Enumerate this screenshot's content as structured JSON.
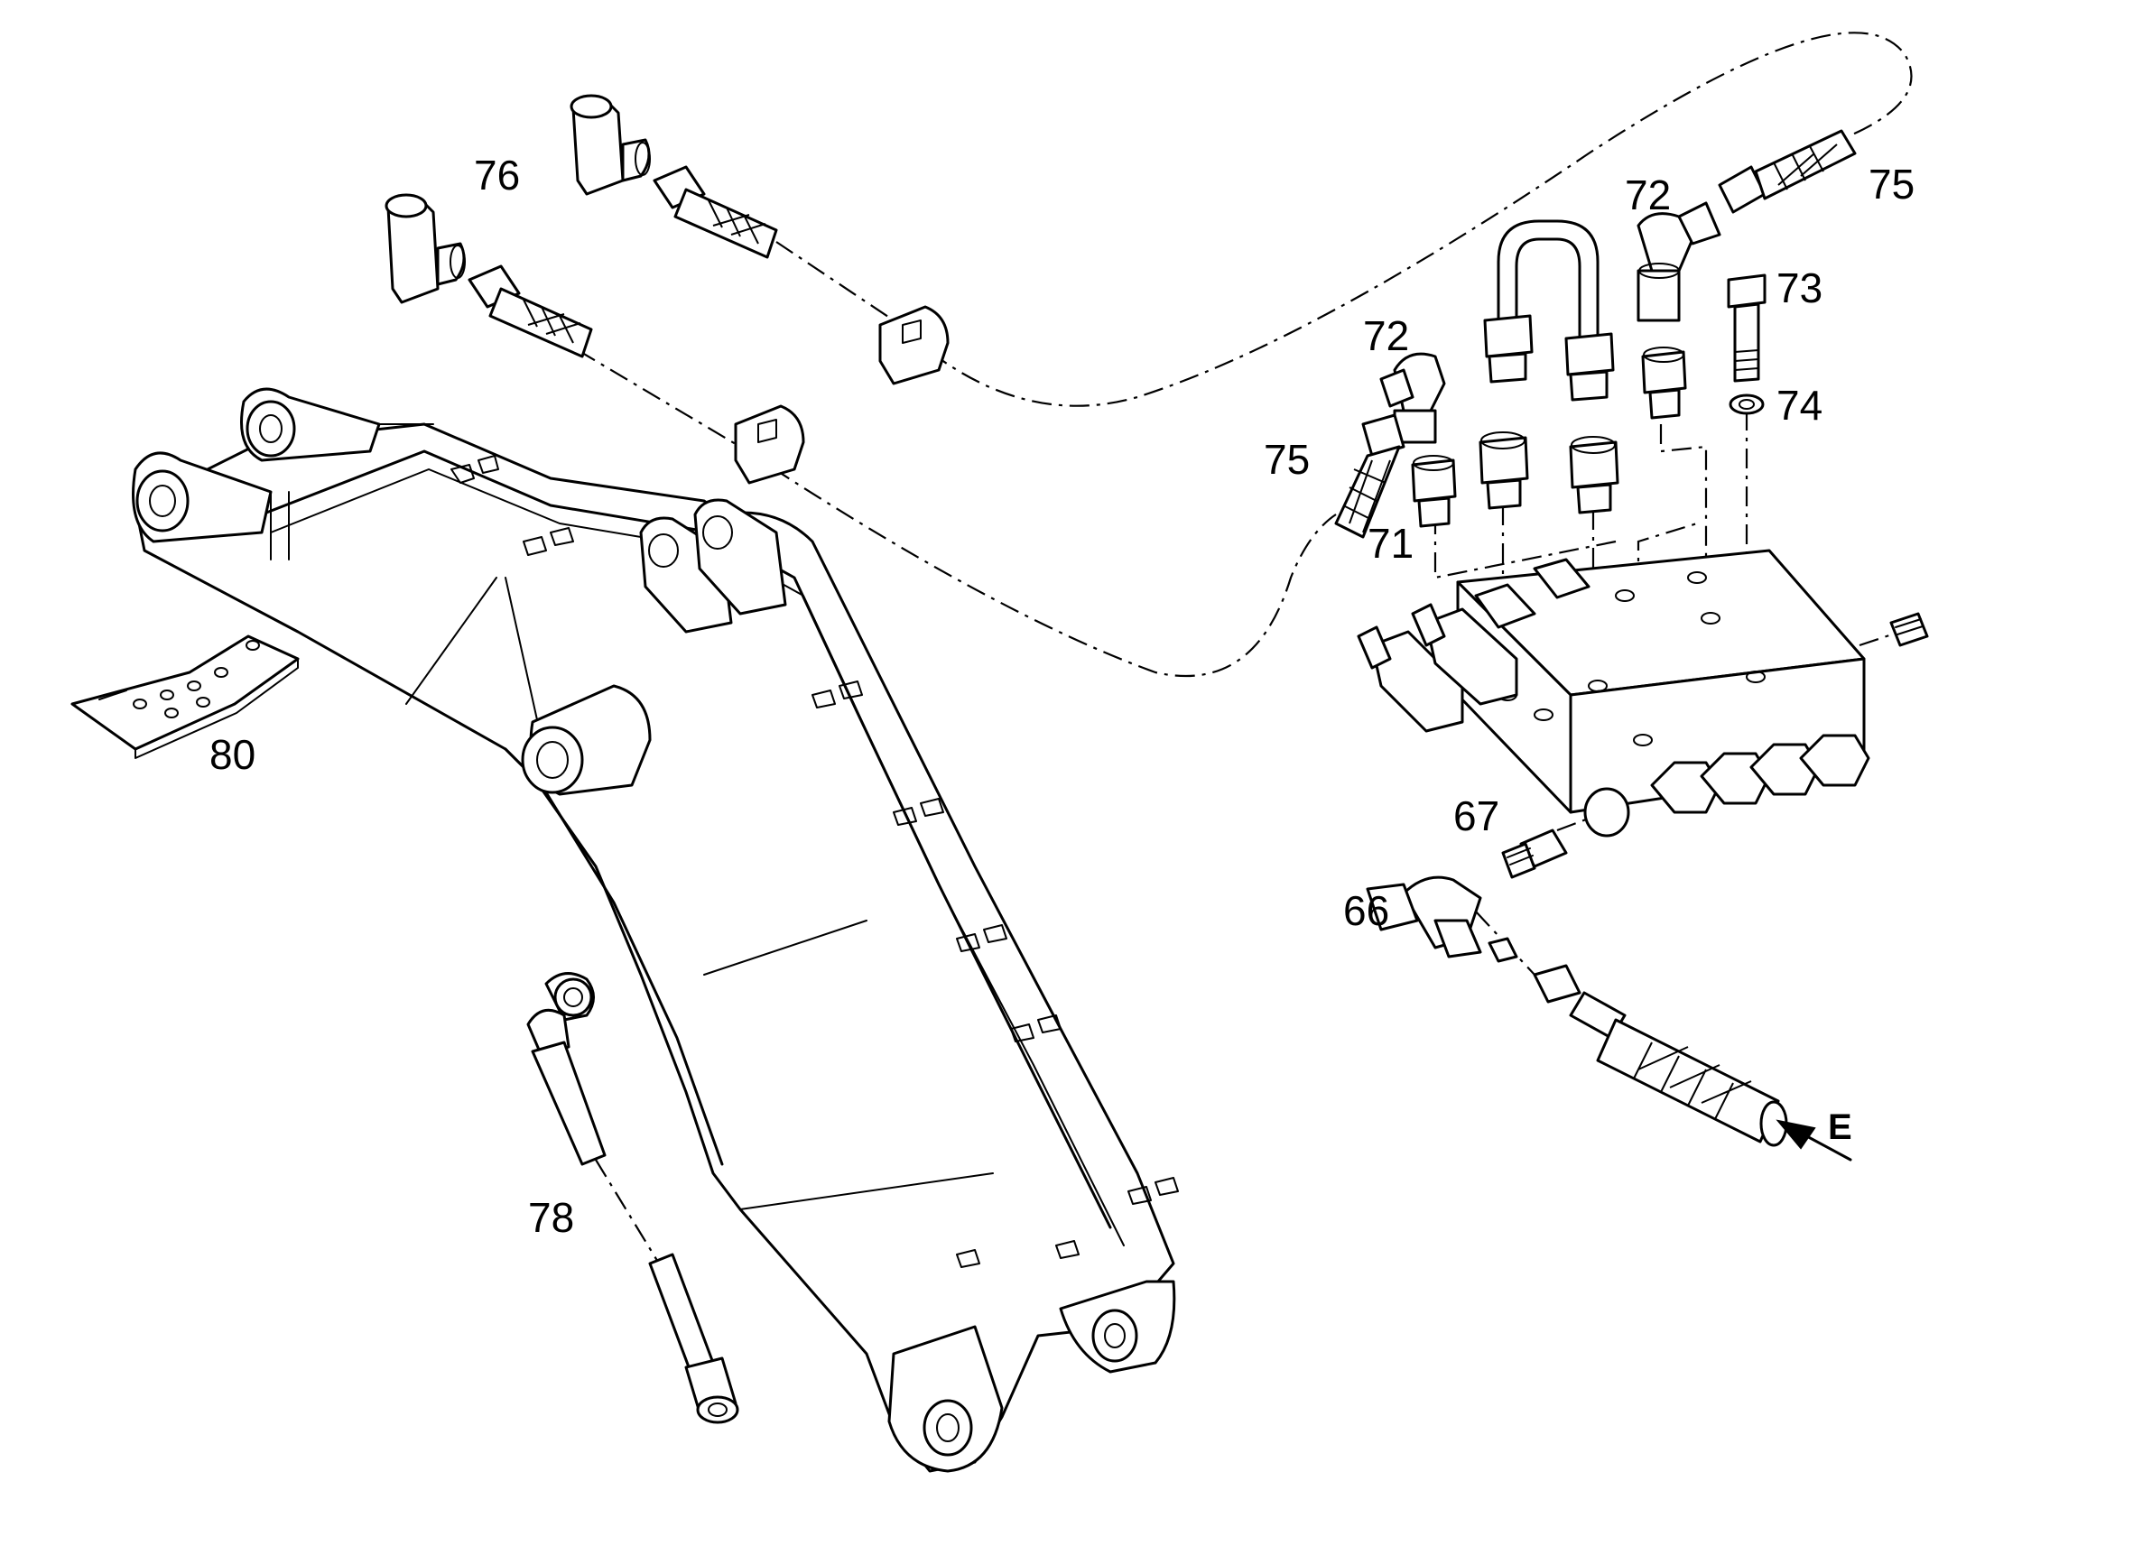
{
  "callouts": {
    "c76": "76",
    "c75a": "75",
    "c72a": "72",
    "c73": "73",
    "c74": "74",
    "c72b": "72",
    "c75b": "75",
    "c71": "71",
    "c67": "67",
    "c66": "66",
    "c80": "80",
    "c78": "78",
    "e_arrow": "E"
  }
}
